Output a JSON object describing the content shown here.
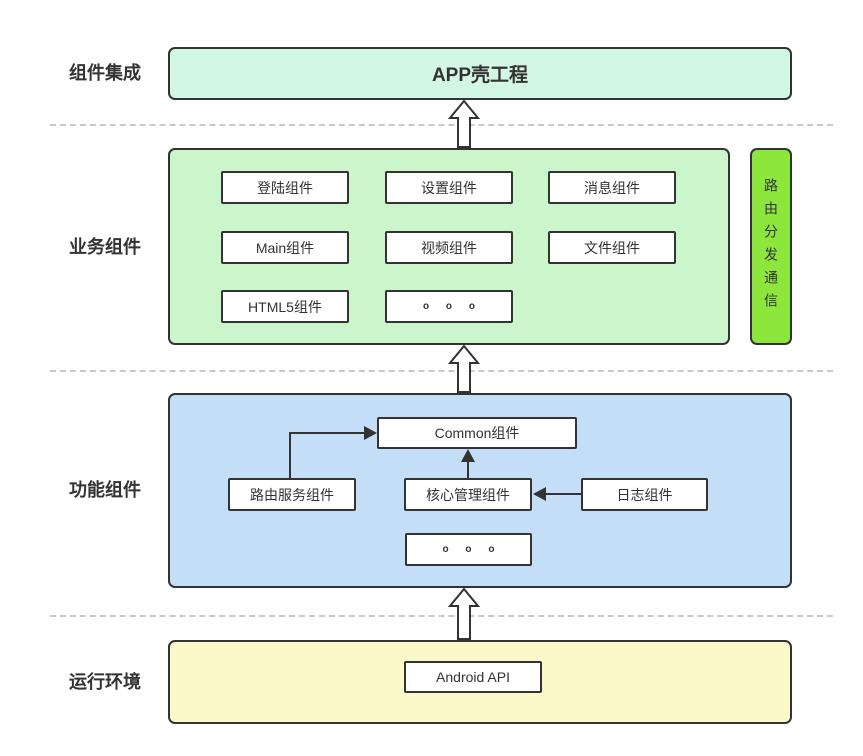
{
  "diagram": {
    "sections": {
      "integration": {
        "label": "组件集成",
        "shell_box": "APP壳工程"
      },
      "business": {
        "label": "业务组件",
        "components": [
          "登陆组件",
          "设置组件",
          "消息组件",
          "Main组件",
          "视频组件",
          "文件组件",
          "HTML5组件",
          "o o o"
        ],
        "route_bar": "路由分发通信"
      },
      "functional": {
        "label": "功能组件",
        "common_box": "Common组件",
        "router_box": "路由服务组件",
        "core_box": "核心管理组件",
        "log_box": "日志组件",
        "more_box": "o o o"
      },
      "runtime": {
        "label": "运行环境",
        "api_box": "Android API"
      }
    },
    "colors": {
      "shell_bg": "#d2f7e4",
      "business_bg": "#cbf5ca",
      "route_bar_bg": "#8ce63c",
      "functional_bg": "#c3def6",
      "runtime_bg": "#fbf8c9",
      "box_border": "#333333",
      "dashed_line": "#c9c9c9"
    }
  }
}
